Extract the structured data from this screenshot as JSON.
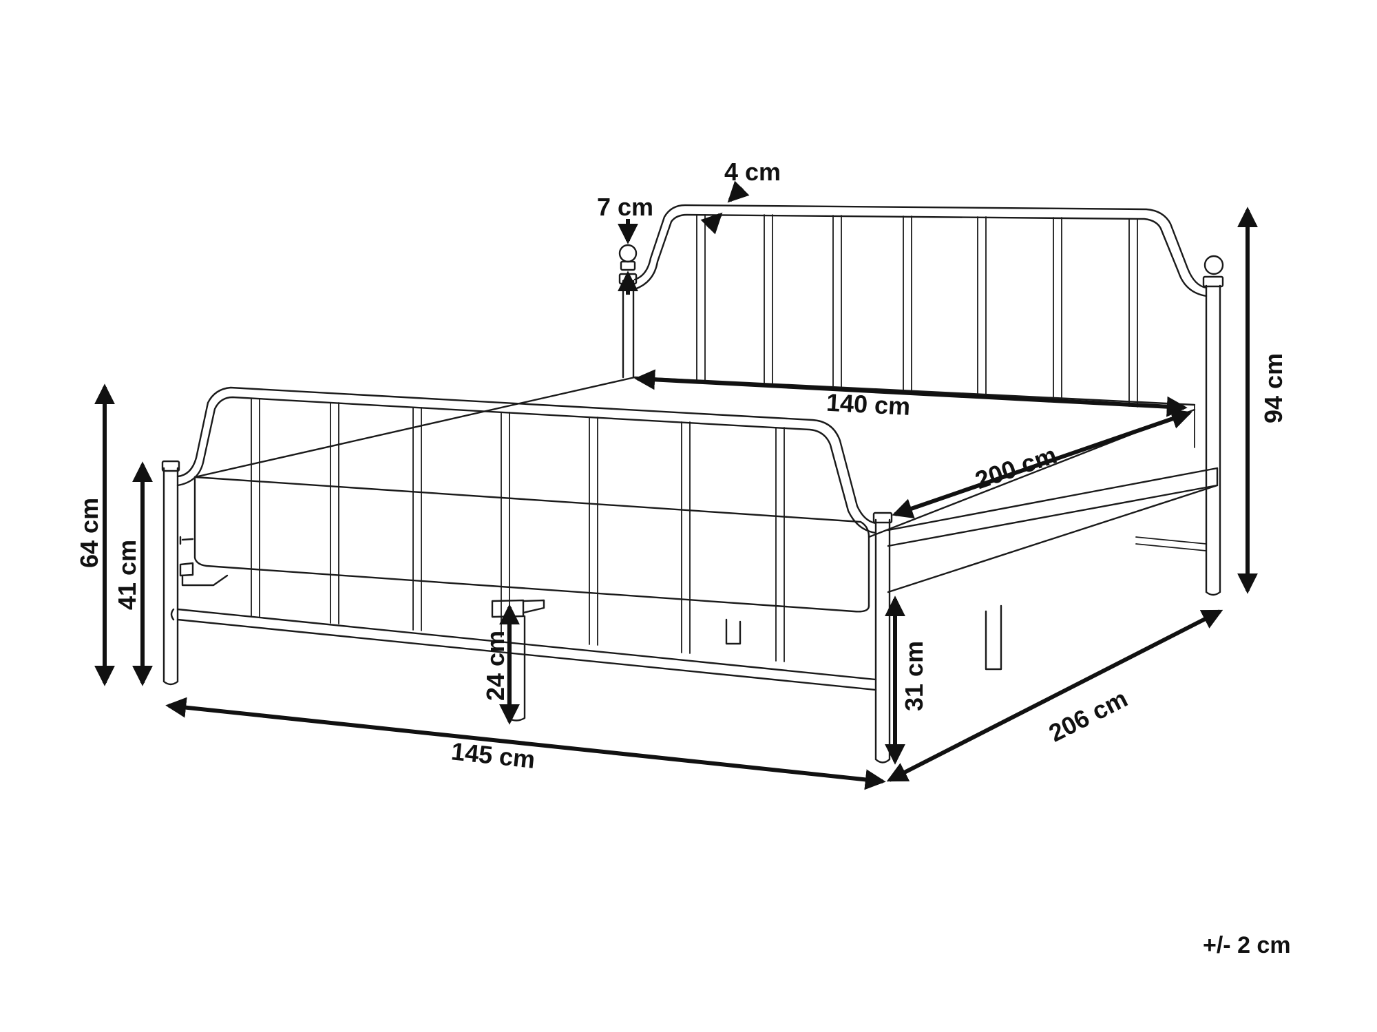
{
  "dimensions": {
    "headboard_rail_thickness": "4 cm",
    "knob_height": "7 cm",
    "inner_width": "140 cm",
    "inner_length": "200 cm",
    "total_height": "94 cm",
    "footboard_height": "64 cm",
    "side_rail_height": "41 cm",
    "under_bed_clearance": "24 cm",
    "leg_height": "31 cm",
    "total_width": "145 cm",
    "total_length": "206 cm"
  },
  "tolerance": "+/- 2 cm",
  "colors": {
    "line": "#1a1a1a",
    "background": "#ffffff"
  }
}
